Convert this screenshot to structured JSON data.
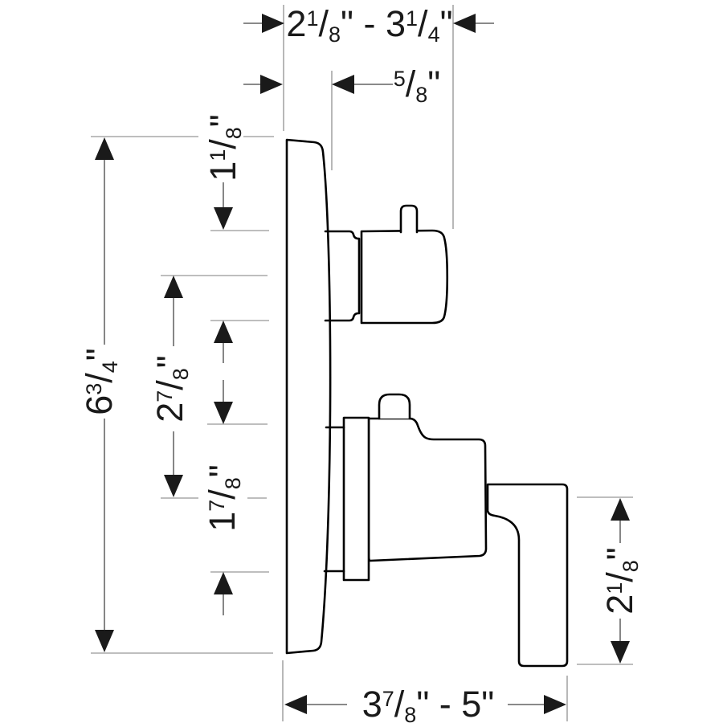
{
  "drawing": {
    "type": "dimensioned-technical-diagram",
    "subject": "thermostatic-valve-trim-side-view"
  },
  "dimensions": {
    "top_width": {
      "label": "2 1/8\" - 3 1/4\"",
      "parts": [
        [
          "n",
          "2"
        ],
        [
          "u",
          "1"
        ],
        [
          "s",
          "/"
        ],
        [
          "d",
          "8"
        ],
        [
          "n",
          "\" - 3"
        ],
        [
          "u",
          "1"
        ],
        [
          "s",
          "/"
        ],
        [
          "d",
          "4"
        ],
        [
          "n",
          "\""
        ]
      ]
    },
    "plate_depth": {
      "label": "5/8\"",
      "parts": [
        [
          "u",
          "5"
        ],
        [
          "s",
          "/"
        ],
        [
          "d",
          "8"
        ],
        [
          "n",
          "\""
        ]
      ]
    },
    "overall_height": {
      "label": "6 3/4\"",
      "parts": [
        [
          "n",
          "6"
        ],
        [
          "u",
          "3"
        ],
        [
          "s",
          "/"
        ],
        [
          "d",
          "4"
        ],
        [
          "n",
          "\""
        ]
      ]
    },
    "handle_spacing": {
      "label": "2 7/8\"",
      "parts": [
        [
          "n",
          "2"
        ],
        [
          "u",
          "7"
        ],
        [
          "s",
          "/"
        ],
        [
          "d",
          "8"
        ],
        [
          "n",
          "\""
        ]
      ]
    },
    "upper_handle_height": {
      "label": "1 1/8\"",
      "parts": [
        [
          "n",
          "1"
        ],
        [
          "u",
          "1"
        ],
        [
          "s",
          "/"
        ],
        [
          "d",
          "8"
        ],
        [
          "n",
          "\""
        ]
      ]
    },
    "lower_escutcheon_height": {
      "label": "1 7/8\"",
      "parts": [
        [
          "n",
          "1"
        ],
        [
          "u",
          "7"
        ],
        [
          "s",
          "/"
        ],
        [
          "d",
          "8"
        ],
        [
          "n",
          "\""
        ]
      ]
    },
    "lever_height": {
      "label": "2 1/8\"",
      "parts": [
        [
          "n",
          "2"
        ],
        [
          "u",
          "1"
        ],
        [
          "s",
          "/"
        ],
        [
          "d",
          "8"
        ],
        [
          "n",
          "\""
        ]
      ]
    },
    "bottom_width": {
      "label": "3 7/8\" - 5\"",
      "parts": [
        [
          "n",
          "3"
        ],
        [
          "u",
          "7"
        ],
        [
          "s",
          "/"
        ],
        [
          "d",
          "8"
        ],
        [
          "n",
          "\" - 5\""
        ]
      ]
    }
  },
  "colors": {
    "outline": "#000000",
    "extension_line": "#7d7d7d",
    "dimension_line": "#444444",
    "arrow": "#1a1a1a",
    "text": "#1a1a1a",
    "background": "#ffffff"
  }
}
